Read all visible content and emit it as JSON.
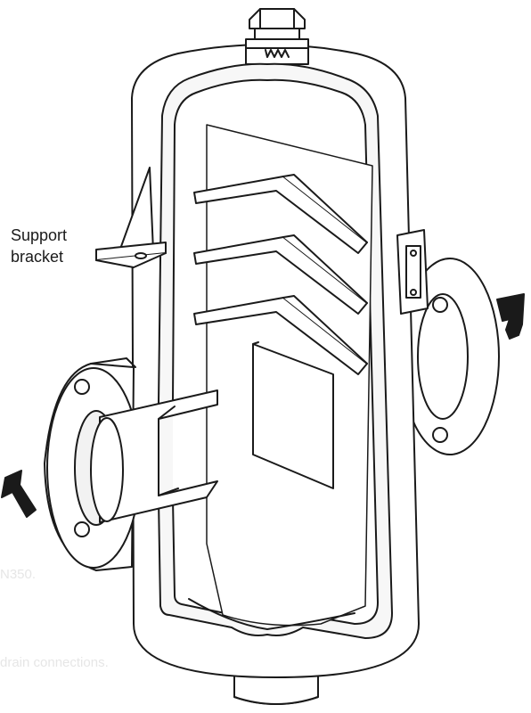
{
  "annotation": {
    "line1": "Support",
    "line2": "bracket"
  },
  "background_text": {
    "fragment_a": "N350.",
    "fragment_b": "drain connections."
  },
  "colors": {
    "ink": "#1a1a1a",
    "paper": "#ffffff",
    "ghost_text": "#e6e6e6"
  }
}
